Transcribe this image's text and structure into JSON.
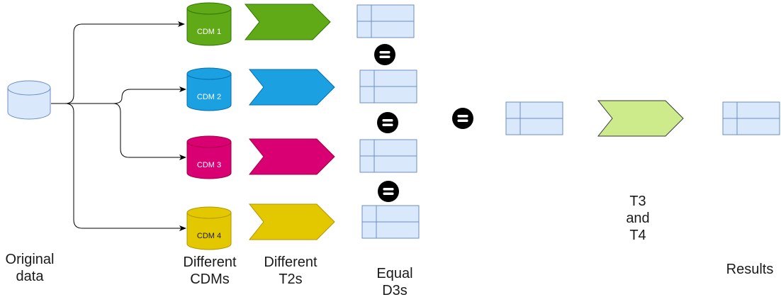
{
  "source_db": {
    "name": "Original data",
    "line1": "Original",
    "line2": "data"
  },
  "cdms": [
    {
      "label": "CDM 1",
      "fill": "#60a917",
      "stroke": "#2d7600",
      "text_color": "#ffffff"
    },
    {
      "label": "CDM 2",
      "fill": "#1ba1e2",
      "stroke": "#006eaf",
      "text_color": "#ffffff"
    },
    {
      "label": "CDM 3",
      "fill": "#d80073",
      "stroke": "#a50040",
      "text_color": "#ffffff"
    },
    {
      "label": "CDM 4",
      "fill": "#e3c800",
      "stroke": "#b09500",
      "text_color": "#1a1a1a"
    }
  ],
  "t3t4_step": {
    "fill": "#cdeb8b",
    "stroke": "#36393d"
  },
  "table_style": {
    "fill": "#dae8fc",
    "stroke": "#6c8ebf"
  },
  "labels": {
    "cdms": {
      "line1": "Different",
      "line2": "CDMs"
    },
    "t2s": {
      "line1": "Different",
      "line2": "T2s"
    },
    "d3s": {
      "line1": "Equal",
      "line2": "D3s"
    },
    "t3t4": {
      "line1": "T3",
      "line2": "and",
      "line3": "T4"
    },
    "results": "Results"
  }
}
